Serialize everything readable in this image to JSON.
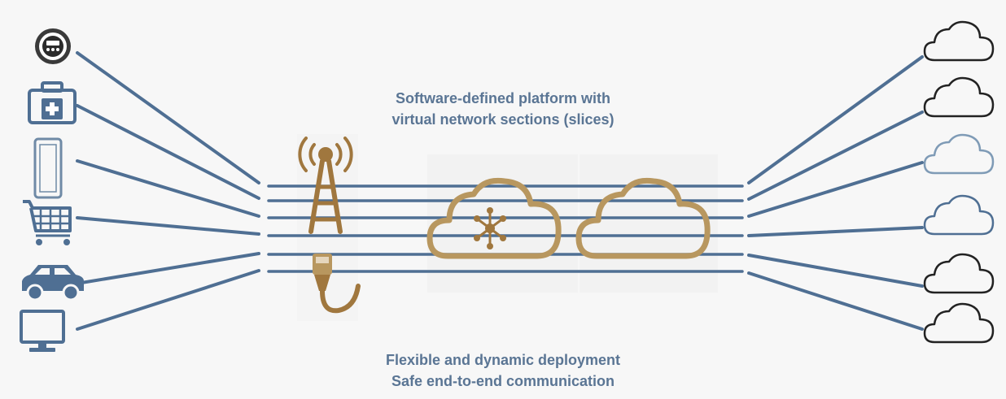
{
  "header": {
    "line1": "Software-defined platform with",
    "line2": "virtual network sections (slices)"
  },
  "footer": {
    "line1": "Flexible and dynamic deployment",
    "line2": "Safe end-to-end communication"
  },
  "colors": {
    "line": "#4f6f93",
    "device": "#4f6f93",
    "device_dark": "#2b2b2b",
    "infra": "#a0773e",
    "infra_light": "#b8975f",
    "cloud_outline": "#222222",
    "cloud_outline_light": "#7f9bb6",
    "caption": "#5a7594",
    "background": "#f7f7f7"
  },
  "devices": [
    {
      "icon": "smart-meter-icon"
    },
    {
      "icon": "medical-kit-icon"
    },
    {
      "icon": "smartphone-icon"
    },
    {
      "icon": "shopping-cart-icon"
    },
    {
      "icon": "car-icon"
    },
    {
      "icon": "monitor-icon"
    }
  ],
  "infrastructure": [
    {
      "icon": "radio-tower-icon"
    },
    {
      "icon": "ethernet-cable-icon"
    },
    {
      "icon": "network-hub-cloud-icon"
    },
    {
      "icon": "core-cloud-icon"
    }
  ],
  "destination_clouds": [
    {
      "icon": "cloud-icon"
    },
    {
      "icon": "cloud-icon"
    },
    {
      "icon": "cloud-icon"
    },
    {
      "icon": "cloud-icon"
    },
    {
      "icon": "cloud-icon"
    },
    {
      "icon": "cloud-icon"
    }
  ],
  "slice_count": 6
}
